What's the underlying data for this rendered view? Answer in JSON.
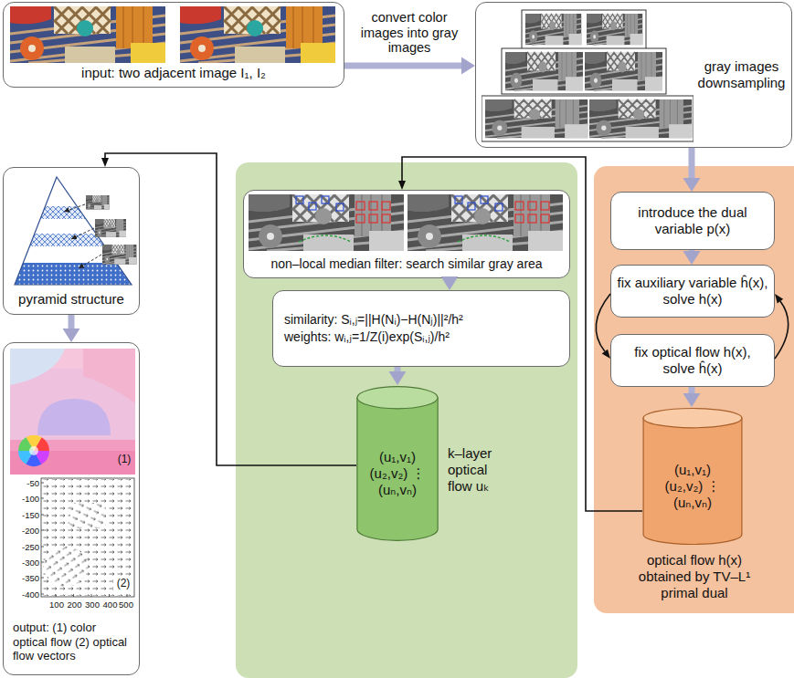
{
  "diagram": {
    "nodes": [
      {
        "text": [
          "input: two adjacent image I₁, I₂"
        ]
      },
      {
        "text": [
          "gray images downsampling"
        ]
      },
      {
        "text": [
          "pyramid structure"
        ]
      },
      {
        "text": [
          "output: (1) color optical flow (2) optical flow vectors"
        ]
      },
      {
        "text": [
          "k–layer optical flow uₖ"
        ]
      },
      {
        "text": [
          "non–local median filter: search similar gray area"
        ],
        "in": 4
      },
      {
        "text": [
          "similarity: Sᵢ,ⱼ=||H(Nᵢ)−H(Nⱼ)||²/h²",
          "weights: wᵢ,ⱼ=1/Z(i)exp(Sᵢ,ⱼ)/h²"
        ],
        "in": 4
      },
      {
        "text": [
          "(u₁,v₁) (u₂,v₂) ⋮ (uₙ,vₙ)"
        ],
        "in": 4
      },
      {
        "text": [
          "optical flow h(x) obtained by TV–L¹ primal dual"
        ]
      },
      {
        "text": [
          "introduce the dual variable p(x)"
        ],
        "in": 8
      },
      {
        "text": [
          "fix auxiliary variable ĥ(x), solve h(x)"
        ],
        "in": 8
      },
      {
        "text": [
          "fix optical flow h(x), solve ĥ(x)"
        ],
        "in": 8
      },
      {
        "text": [
          "(u₁,v₁) (u₂,v₂) ⋮ (uₙ,vₙ)"
        ],
        "in": 8
      }
    ],
    "edges": [
      {
        "from": 0,
        "to": 1,
        "arrow": "to",
        "label": "convert color images into gray images"
      },
      {
        "from": 1,
        "to": 9,
        "arrow": "to"
      },
      {
        "from": 9,
        "to": 10,
        "arrow": "to"
      },
      {
        "from": 10,
        "to": 11,
        "arrow": "to"
      },
      {
        "from": 11,
        "to": 10,
        "arrow": "to"
      },
      {
        "from": 11,
        "to": 12,
        "arrow": "to"
      },
      {
        "from": 12,
        "to": 5,
        "arrow": "to"
      },
      {
        "from": 5,
        "to": 6,
        "arrow": "to"
      },
      {
        "from": 6,
        "to": 7,
        "arrow": "to"
      },
      {
        "from": 7,
        "to": 2,
        "arrow": "to"
      },
      {
        "from": 2,
        "to": 3,
        "arrow": "to"
      }
    ],
    "labels": [
      "(1)",
      "-50",
      "-100",
      "-150",
      "-200",
      "-250",
      "-300",
      "-350",
      "-400",
      "100",
      "200",
      "300",
      "400",
      "500",
      "(2)"
    ]
  }
}
